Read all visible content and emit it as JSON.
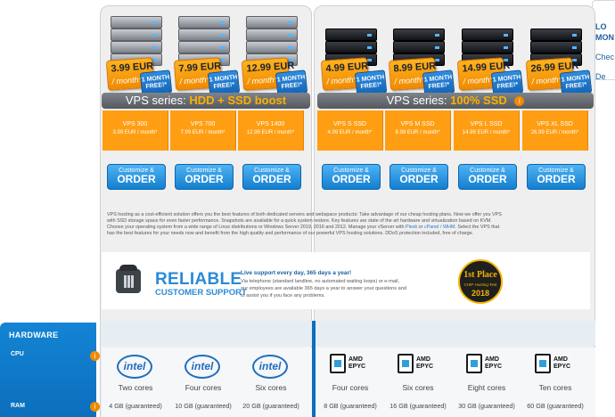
{
  "colors": {
    "accent_orange": "#ff9e12",
    "accent_blue": "#137fd0",
    "panel_gray": "#efefef"
  },
  "edge_card": {
    "line1": "LO",
    "line2": "MON",
    "line3": "Chec",
    "line4": "De"
  },
  "series": [
    {
      "label": "VPS series:",
      "highlight": "HDD + SSD boost"
    },
    {
      "label": "VPS series:",
      "highlight": "100% SSD"
    }
  ],
  "info_icon": "info-icon",
  "products": [
    {
      "price": "3.99 EUR",
      "month": "/ month*",
      "free": "1 MONTH FREE!*",
      "name": "VPS 300",
      "price_line": "3.99 EUR / month*",
      "cta_top": "Customize &",
      "cta_bottom": "ORDER",
      "cpu_brand": "intel",
      "cores": "Two cores",
      "ram": "4 GB (guaranteed)"
    },
    {
      "price": "7.99 EUR",
      "month": "/ month*",
      "free": "1 MONTH FREE!*",
      "name": "VPS 700",
      "price_line": "7.99 EUR / month*",
      "cta_top": "Customize &",
      "cta_bottom": "ORDER",
      "cpu_brand": "intel",
      "cores": "Four cores",
      "ram": "10 GB (guaranteed)"
    },
    {
      "price": "12.99 EUR",
      "month": "/ month*",
      "free": "1 MONTH FREE!*",
      "name": "VPS 1400",
      "price_line": "12.99 EUR / month*",
      "cta_top": "Customize &",
      "cta_bottom": "ORDER",
      "cpu_brand": "intel",
      "cores": "Six cores",
      "ram": "20 GB (guaranteed)"
    },
    {
      "price": "4.99 EUR",
      "month": "/ month*",
      "free": "1 MONTH FREE!*",
      "name": "VPS S SSD",
      "price_line": "4.99 EUR / month*",
      "cta_top": "Customize &",
      "cta_bottom": "ORDER",
      "cpu_brand": "amd",
      "cores": "Four cores",
      "ram": "8 GB (guaranteed)"
    },
    {
      "price": "8.99 EUR",
      "month": "/ month*",
      "free": "1 MONTH FREE!*",
      "name": "VPS M SSD",
      "price_line": "8.99 EUR / month*",
      "cta_top": "Customize &",
      "cta_bottom": "ORDER",
      "cpu_brand": "amd",
      "cores": "Six cores",
      "ram": "16 GB (guaranteed)"
    },
    {
      "price": "14.99 EUR",
      "month": "/ month*",
      "free": "1 MONTH FREE!*",
      "name": "VPS L SSD",
      "price_line": "14.99 EUR / month*",
      "cta_top": "Customize &",
      "cta_bottom": "ORDER",
      "cpu_brand": "amd",
      "cores": "Eight cores",
      "ram": "30 GB (guaranteed)"
    },
    {
      "price": "26.99 EUR",
      "month": "/ month*",
      "free": "1 MONTH FREE!*",
      "name": "VPS XL SSD",
      "price_line": "26.99 EUR / month*",
      "cta_top": "Customize &",
      "cta_bottom": "ORDER",
      "cpu_brand": "amd",
      "cores": "Ten cores",
      "ram": "60 GB (guaranteed)"
    }
  ],
  "logos": {
    "intel": "intel",
    "amd_top": "AMD",
    "amd_bottom": "EPYC"
  },
  "description": {
    "line1": "VPS hosting as a cost-efficient solution offers you the best features of both dedicated servers and webspace products: Take advantage of our cheap hosting plans. Now we offer you VPS",
    "line2": "with SSD storage space for even faster performance. Snapshots are available for a quick system restore. Key features are state of the art hardware and virtualization based on KVM.",
    "line3a": "Choose your operating system from a wide range of Linux distributions or Windows Server 2019, 2016 and 2012. Manage your vServer with ",
    "plesk": "Plesk",
    "or": " or ",
    "cpanel": "cPanel / WHM",
    "line3b": ". Select the VPS that",
    "line4": "has the best features for your needs now and benefit from the high quality and performance of our powerful VPS hosting solutions. DDoS protection included, free of charge."
  },
  "support": {
    "reliable": "RELIABLE",
    "customer_support": "CUSTOMER SUPPORT",
    "title": "Live support every day, 365 days a year!",
    "line1": "Via telephone (standard landline, no automated waiting loops) or e-mail,",
    "line2": "our employees are available 365 days a year to answer your questions and",
    "line3": "to assist you if you face any problems."
  },
  "award": {
    "place": "1st Place",
    "sub": "CHIP Hosting-Test",
    "year": "2018"
  },
  "hardware": {
    "title": "HARDWARE",
    "cpu_label": "CPU",
    "ram_label": "RAM"
  }
}
